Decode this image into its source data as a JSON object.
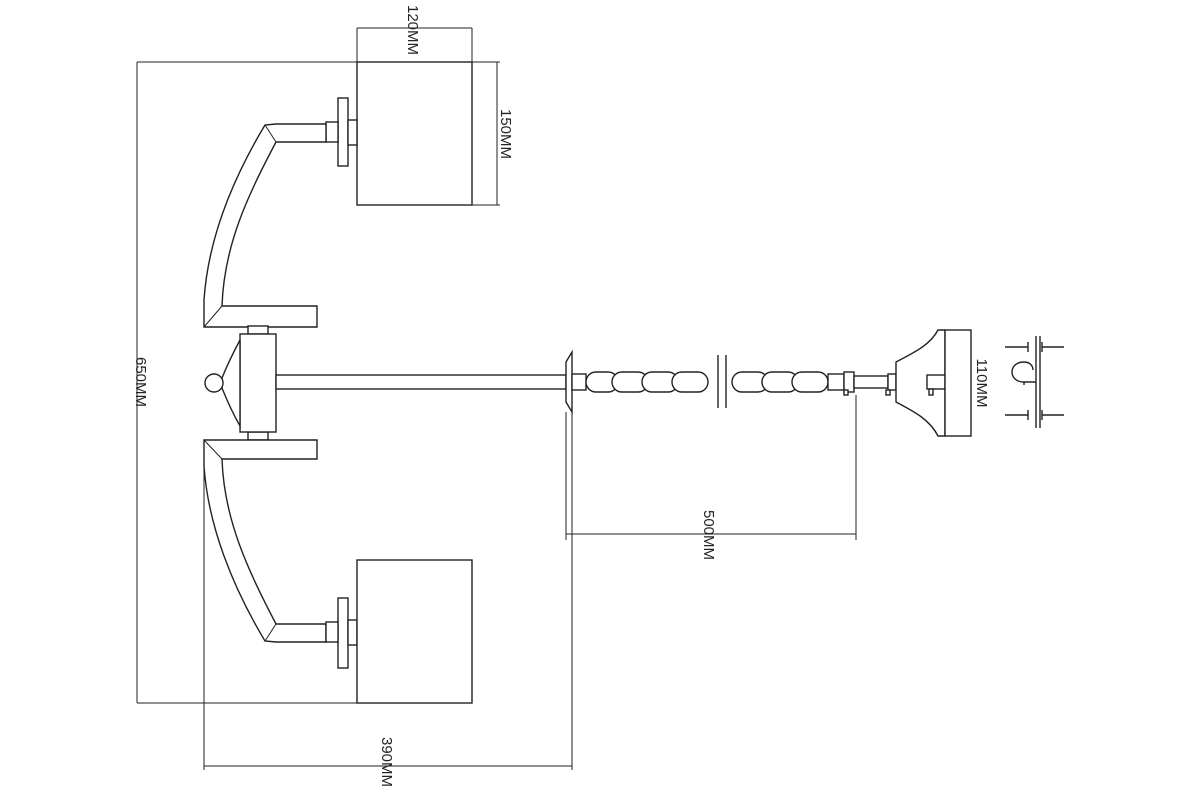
{
  "dimensions": {
    "shade_width": "120MM",
    "shade_height": "150MM",
    "total_height": "650MM",
    "chain_length": "500MM",
    "canopy_diameter": "110MM",
    "total_depth": "390MM"
  }
}
